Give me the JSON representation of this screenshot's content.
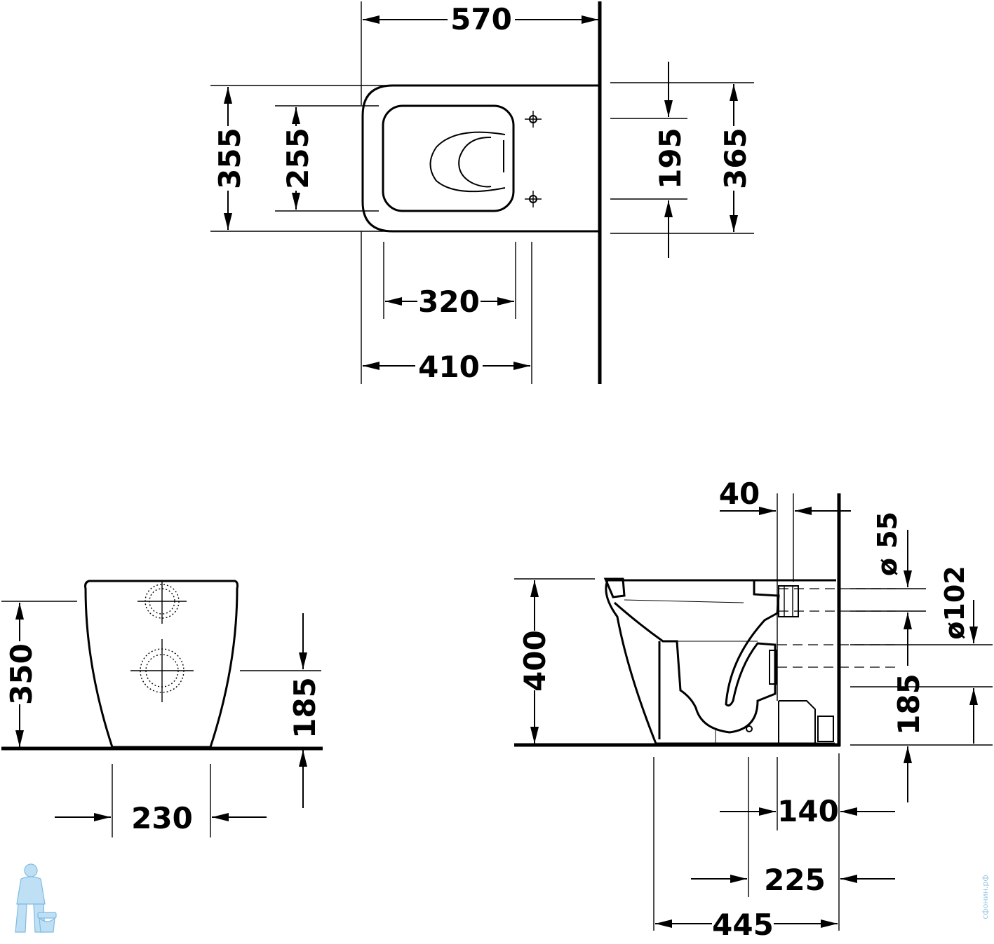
{
  "top_view": {
    "dim_570": "570",
    "dim_355": "355",
    "dim_255": "255",
    "dim_195": "195",
    "dim_365": "365",
    "dim_320": "320",
    "dim_410": "410"
  },
  "back_view": {
    "dim_350": "350",
    "dim_185": "185",
    "dim_230": "230"
  },
  "side_view": {
    "dim_40": "40",
    "dim_d55": "ø 55",
    "dim_d102": "ø102",
    "dim_400": "400",
    "dim_185": "185",
    "dim_140": "140",
    "dim_225": "225",
    "dim_445": "445"
  },
  "watermark": "сфонин.рф",
  "icons": [
    "plumber-logo-icon"
  ]
}
